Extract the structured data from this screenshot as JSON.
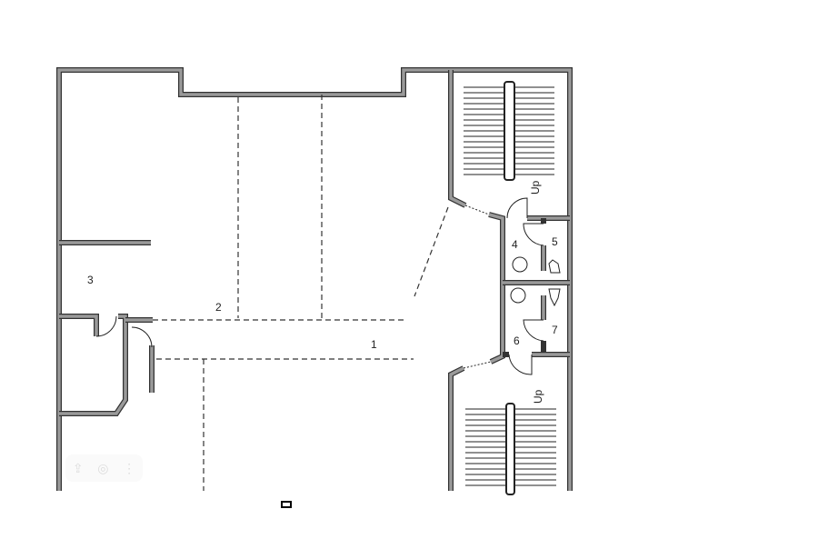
{
  "rooms": [
    {
      "id": "1",
      "label": "1"
    },
    {
      "id": "2",
      "label": "2"
    },
    {
      "id": "3",
      "label": "3"
    },
    {
      "id": "4",
      "label": "4"
    },
    {
      "id": "5",
      "label": "5"
    },
    {
      "id": "6",
      "label": "6"
    },
    {
      "id": "7",
      "label": "7"
    }
  ],
  "stairs": [
    {
      "label": "Up"
    },
    {
      "label": "Up"
    }
  ],
  "toolbar": {
    "icons": [
      "share-icon",
      "camera-icon",
      "more-icon"
    ]
  }
}
